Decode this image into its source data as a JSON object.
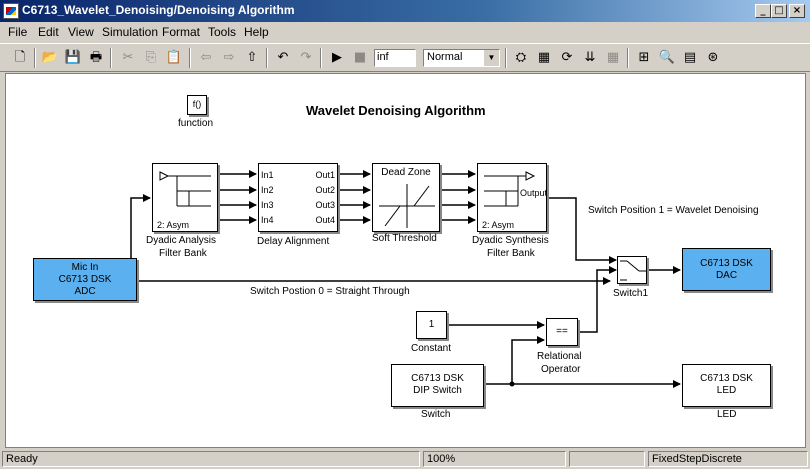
{
  "window": {
    "title": "C6713_Wavelet_Denoising/Denoising Algorithm"
  },
  "menu": [
    "File",
    "Edit",
    "View",
    "Simulation",
    "Format",
    "Tools",
    "Help"
  ],
  "toolbar": {
    "stop_time": "inf",
    "sim_mode": "Normal"
  },
  "diagram": {
    "title": "Wavelet Denoising Algorithm",
    "function_block": {
      "label": "f()",
      "caption": "function"
    },
    "analysis": {
      "inner": "2: Asym",
      "caption1": "Dyadic Analysis",
      "caption2": "Filter Bank"
    },
    "delay": {
      "inputs": [
        "In1",
        "In2",
        "In3",
        "In4"
      ],
      "outputs": [
        "Out1",
        "Out2",
        "Out3",
        "Out4"
      ],
      "caption": "Delay Alignment"
    },
    "threshold": {
      "inner": "Dead Zone",
      "caption": "Soft Threshold"
    },
    "synthesis": {
      "inner": "2: Asym",
      "port": "Output",
      "caption1": "Dyadic Synthesis",
      "caption2": "Filter Bank"
    },
    "mic": {
      "line1": "Mic In",
      "line2": "C6713 DSK",
      "line3": "ADC"
    },
    "dac": {
      "line1": "C6713 DSK",
      "line2": "DAC"
    },
    "switch1": {
      "caption": "Switch1"
    },
    "annotation_1": "Switch Position 1 = Wavelet Denoising",
    "annotation_0": "Switch Postion 0 = Straight Through",
    "constant": {
      "value": "1",
      "caption": "Constant"
    },
    "relop": {
      "op": "==",
      "caption1": "Relational",
      "caption2": "Operator"
    },
    "dip": {
      "line1": "C6713 DSK",
      "line2": "DIP Switch",
      "caption": "Switch"
    },
    "led": {
      "line1": "C6713 DSK",
      "line2": "LED",
      "caption": "LED"
    }
  },
  "status": {
    "state": "Ready",
    "zoom": "100%",
    "solver": "FixedStepDiscrete"
  },
  "colors": {
    "title_bar": "#0a246a",
    "block_blue": "#5bb0f0",
    "chrome": "#d4d0c8"
  }
}
